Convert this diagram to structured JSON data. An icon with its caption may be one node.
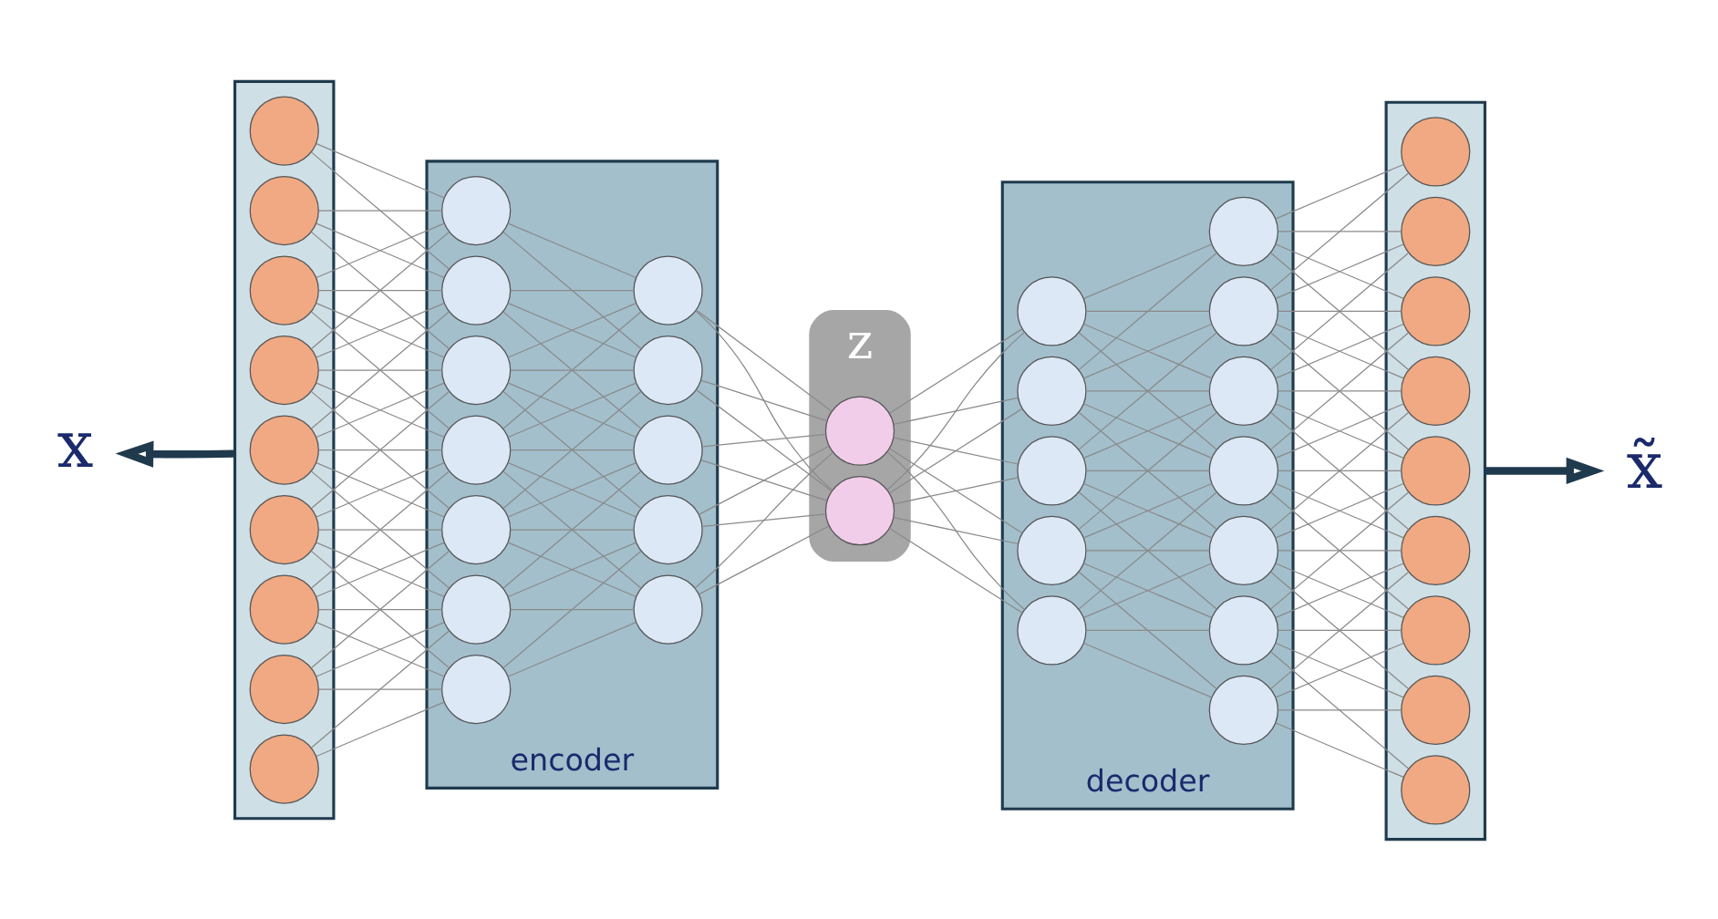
{
  "diagram": {
    "nodes": [
      {
        "text": [
          "x"
        ]
      },
      {
        "text": [],
        "shape": "box"
      },
      {
        "text": [],
        "shape": "circle",
        "in": 1
      },
      {
        "text": [],
        "shape": "circle",
        "in": 1
      },
      {
        "text": [],
        "shape": "circle",
        "in": 1
      },
      {
        "text": [],
        "shape": "circle",
        "in": 1
      },
      {
        "text": [],
        "shape": "circle",
        "in": 1
      },
      {
        "text": [],
        "shape": "circle",
        "in": 1
      },
      {
        "text": [],
        "shape": "circle",
        "in": 1
      },
      {
        "text": [],
        "shape": "circle",
        "in": 1
      },
      {
        "text": [],
        "shape": "circle",
        "in": 1
      },
      {
        "text": [
          "encoder"
        ]
      },
      {
        "text": [],
        "shape": "circle",
        "in": 11
      },
      {
        "text": [],
        "shape": "circle",
        "in": 11
      },
      {
        "text": [],
        "shape": "circle",
        "in": 11
      },
      {
        "text": [],
        "shape": "circle",
        "in": 11
      },
      {
        "text": [],
        "shape": "circle",
        "in": 11
      },
      {
        "text": [],
        "shape": "circle",
        "in": 11
      },
      {
        "text": [],
        "shape": "circle",
        "in": 11
      },
      {
        "text": [],
        "shape": "circle",
        "in": 11
      },
      {
        "text": [],
        "shape": "circle",
        "in": 11
      },
      {
        "text": [],
        "shape": "circle",
        "in": 11
      },
      {
        "text": [],
        "shape": "circle",
        "in": 11
      },
      {
        "text": [],
        "shape": "circle",
        "in": 11
      },
      {
        "text": [
          "z"
        ]
      },
      {
        "text": [],
        "shape": "circle",
        "in": 24
      },
      {
        "text": [],
        "shape": "circle",
        "in": 24
      },
      {
        "text": [
          "decoder"
        ]
      },
      {
        "text": [],
        "shape": "circle",
        "in": 27
      },
      {
        "text": [],
        "shape": "circle",
        "in": 27
      },
      {
        "text": [],
        "shape": "circle",
        "in": 27
      },
      {
        "text": [],
        "shape": "circle",
        "in": 27
      },
      {
        "text": [],
        "shape": "circle",
        "in": 27
      },
      {
        "text": [],
        "shape": "circle",
        "in": 27
      },
      {
        "text": [],
        "shape": "circle",
        "in": 27
      },
      {
        "text": [],
        "shape": "circle",
        "in": 27
      },
      {
        "text": [],
        "shape": "circle",
        "in": 27
      },
      {
        "text": [],
        "shape": "circle",
        "in": 27
      },
      {
        "text": [],
        "shape": "circle",
        "in": 27
      },
      {
        "text": [],
        "shape": "circle",
        "in": 27
      },
      {
        "text": [],
        "shape": "box"
      },
      {
        "text": [],
        "shape": "circle",
        "in": 40
      },
      {
        "text": [],
        "shape": "circle",
        "in": 40
      },
      {
        "text": [],
        "shape": "circle",
        "in": 40
      },
      {
        "text": [],
        "shape": "circle",
        "in": 40
      },
      {
        "text": [],
        "shape": "circle",
        "in": 40
      },
      {
        "text": [],
        "shape": "circle",
        "in": 40
      },
      {
        "text": [],
        "shape": "circle",
        "in": 40
      },
      {
        "text": [],
        "shape": "circle",
        "in": 40
      },
      {
        "text": [],
        "shape": "circle",
        "in": 40
      },
      {
        "text": [
          "x̃"
        ]
      }
    ],
    "edges": [
      {
        "from": 1,
        "to": 0,
        "arrow": "to",
        "style": "thick",
        "color": "#1f3a4d"
      },
      {
        "from": 2,
        "to": 12,
        "arrow": "none"
      },
      {
        "from": 2,
        "to": 13,
        "arrow": "none"
      },
      {
        "from": 3,
        "to": 12,
        "arrow": "none"
      },
      {
        "from": 3,
        "to": 13,
        "arrow": "none"
      },
      {
        "from": 3,
        "to": 14,
        "arrow": "none"
      },
      {
        "from": 4,
        "to": 12,
        "arrow": "none"
      },
      {
        "from": 4,
        "to": 13,
        "arrow": "none"
      },
      {
        "from": 4,
        "to": 14,
        "arrow": "none"
      },
      {
        "from": 4,
        "to": 15,
        "arrow": "none"
      },
      {
        "from": 5,
        "to": 12,
        "arrow": "none"
      },
      {
        "from": 5,
        "to": 13,
        "arrow": "none"
      },
      {
        "from": 5,
        "to": 14,
        "arrow": "none"
      },
      {
        "from": 5,
        "to": 15,
        "arrow": "none"
      },
      {
        "from": 5,
        "to": 16,
        "arrow": "none"
      },
      {
        "from": 6,
        "to": 13,
        "arrow": "none"
      },
      {
        "from": 6,
        "to": 14,
        "arrow": "none"
      },
      {
        "from": 6,
        "to": 15,
        "arrow": "none"
      },
      {
        "from": 6,
        "to": 16,
        "arrow": "none"
      },
      {
        "from": 6,
        "to": 17,
        "arrow": "none"
      },
      {
        "from": 7,
        "to": 14,
        "arrow": "none"
      },
      {
        "from": 7,
        "to": 15,
        "arrow": "none"
      },
      {
        "from": 7,
        "to": 16,
        "arrow": "none"
      },
      {
        "from": 7,
        "to": 17,
        "arrow": "none"
      },
      {
        "from": 7,
        "to": 18,
        "arrow": "none"
      },
      {
        "from": 8,
        "to": 15,
        "arrow": "none"
      },
      {
        "from": 8,
        "to": 16,
        "arrow": "none"
      },
      {
        "from": 8,
        "to": 17,
        "arrow": "none"
      },
      {
        "from": 8,
        "to": 18,
        "arrow": "none"
      },
      {
        "from": 9,
        "to": 16,
        "arrow": "none"
      },
      {
        "from": 9,
        "to": 17,
        "arrow": "none"
      },
      {
        "from": 9,
        "to": 18,
        "arrow": "none"
      },
      {
        "from": 10,
        "to": 17,
        "arrow": "none"
      },
      {
        "from": 10,
        "to": 18,
        "arrow": "none"
      },
      {
        "from": 12,
        "to": 19,
        "arrow": "none"
      },
      {
        "from": 12,
        "to": 20,
        "arrow": "none"
      },
      {
        "from": 13,
        "to": 19,
        "arrow": "none"
      },
      {
        "from": 13,
        "to": 20,
        "arrow": "none"
      },
      {
        "from": 13,
        "to": 21,
        "arrow": "none"
      },
      {
        "from": 14,
        "to": 19,
        "arrow": "none"
      },
      {
        "from": 14,
        "to": 20,
        "arrow": "none"
      },
      {
        "from": 14,
        "to": 21,
        "arrow": "none"
      },
      {
        "from": 14,
        "to": 22,
        "arrow": "none"
      },
      {
        "from": 15,
        "to": 19,
        "arrow": "none"
      },
      {
        "from": 15,
        "to": 20,
        "arrow": "none"
      },
      {
        "from": 15,
        "to": 21,
        "arrow": "none"
      },
      {
        "from": 15,
        "to": 22,
        "arrow": "none"
      },
      {
        "from": 15,
        "to": 23,
        "arrow": "none"
      },
      {
        "from": 16,
        "to": 20,
        "arrow": "none"
      },
      {
        "from": 16,
        "to": 21,
        "arrow": "none"
      },
      {
        "from": 16,
        "to": 22,
        "arrow": "none"
      },
      {
        "from": 16,
        "to": 23,
        "arrow": "none"
      },
      {
        "from": 17,
        "to": 21,
        "arrow": "none"
      },
      {
        "from": 17,
        "to": 22,
        "arrow": "none"
      },
      {
        "from": 17,
        "to": 23,
        "arrow": "none"
      },
      {
        "from": 18,
        "to": 22,
        "arrow": "none"
      },
      {
        "from": 18,
        "to": 23,
        "arrow": "none"
      },
      {
        "from": 19,
        "to": 25,
        "arrow": "none"
      },
      {
        "from": 19,
        "to": 26,
        "arrow": "none"
      },
      {
        "from": 20,
        "to": 25,
        "arrow": "none"
      },
      {
        "from": 20,
        "to": 26,
        "arrow": "none"
      },
      {
        "from": 21,
        "to": 25,
        "arrow": "none"
      },
      {
        "from": 21,
        "to": 26,
        "arrow": "none"
      },
      {
        "from": 22,
        "to": 25,
        "arrow": "none"
      },
      {
        "from": 22,
        "to": 26,
        "arrow": "none"
      },
      {
        "from": 23,
        "to": 25,
        "arrow": "none"
      },
      {
        "from": 23,
        "to": 26,
        "arrow": "none"
      },
      {
        "from": 25,
        "to": 28,
        "arrow": "none"
      },
      {
        "from": 25,
        "to": 29,
        "arrow": "none"
      },
      {
        "from": 25,
        "to": 30,
        "arrow": "none"
      },
      {
        "from": 25,
        "to": 31,
        "arrow": "none"
      },
      {
        "from": 25,
        "to": 32,
        "arrow": "none"
      },
      {
        "from": 26,
        "to": 28,
        "arrow": "none"
      },
      {
        "from": 26,
        "to": 29,
        "arrow": "none"
      },
      {
        "from": 26,
        "to": 30,
        "arrow": "none"
      },
      {
        "from": 26,
        "to": 31,
        "arrow": "none"
      },
      {
        "from": 26,
        "to": 32,
        "arrow": "none"
      },
      {
        "from": 28,
        "to": 33,
        "arrow": "none"
      },
      {
        "from": 28,
        "to": 34,
        "arrow": "none"
      },
      {
        "from": 28,
        "to": 35,
        "arrow": "none"
      },
      {
        "from": 28,
        "to": 36,
        "arrow": "none"
      },
      {
        "from": 29,
        "to": 33,
        "arrow": "none"
      },
      {
        "from": 29,
        "to": 34,
        "arrow": "none"
      },
      {
        "from": 29,
        "to": 35,
        "arrow": "none"
      },
      {
        "from": 29,
        "to": 36,
        "arrow": "none"
      },
      {
        "from": 29,
        "to": 37,
        "arrow": "none"
      },
      {
        "from": 30,
        "to": 34,
        "arrow": "none"
      },
      {
        "from": 30,
        "to": 35,
        "arrow": "none"
      },
      {
        "from": 30,
        "to": 36,
        "arrow": "none"
      },
      {
        "from": 30,
        "to": 37,
        "arrow": "none"
      },
      {
        "from": 30,
        "to": 38,
        "arrow": "none"
      },
      {
        "from": 31,
        "to": 35,
        "arrow": "none"
      },
      {
        "from": 31,
        "to": 36,
        "arrow": "none"
      },
      {
        "from": 31,
        "to": 37,
        "arrow": "none"
      },
      {
        "from": 31,
        "to": 38,
        "arrow": "none"
      },
      {
        "from": 31,
        "to": 39,
        "arrow": "none"
      },
      {
        "from": 32,
        "to": 36,
        "arrow": "none"
      },
      {
        "from": 32,
        "to": 37,
        "arrow": "none"
      },
      {
        "from": 32,
        "to": 38,
        "arrow": "none"
      },
      {
        "from": 32,
        "to": 39,
        "arrow": "none"
      },
      {
        "from": 33,
        "to": 41,
        "arrow": "none"
      },
      {
        "from": 33,
        "to": 42,
        "arrow": "none"
      },
      {
        "from": 33,
        "to": 43,
        "arrow": "none"
      },
      {
        "from": 33,
        "to": 44,
        "arrow": "none"
      },
      {
        "from": 34,
        "to": 41,
        "arrow": "none"
      },
      {
        "from": 34,
        "to": 42,
        "arrow": "none"
      },
      {
        "from": 34,
        "to": 43,
        "arrow": "none"
      },
      {
        "from": 34,
        "to": 44,
        "arrow": "none"
      },
      {
        "from": 34,
        "to": 45,
        "arrow": "none"
      },
      {
        "from": 35,
        "to": 42,
        "arrow": "none"
      },
      {
        "from": 35,
        "to": 43,
        "arrow": "none"
      },
      {
        "from": 35,
        "to": 44,
        "arrow": "none"
      },
      {
        "from": 35,
        "to": 45,
        "arrow": "none"
      },
      {
        "from": 35,
        "to": 46,
        "arrow": "none"
      },
      {
        "from": 36,
        "to": 43,
        "arrow": "none"
      },
      {
        "from": 36,
        "to": 44,
        "arrow": "none"
      },
      {
        "from": 36,
        "to": 45,
        "arrow": "none"
      },
      {
        "from": 36,
        "to": 46,
        "arrow": "none"
      },
      {
        "from": 36,
        "to": 47,
        "arrow": "none"
      },
      {
        "from": 37,
        "to": 44,
        "arrow": "none"
      },
      {
        "from": 37,
        "to": 45,
        "arrow": "none"
      },
      {
        "from": 37,
        "to": 46,
        "arrow": "none"
      },
      {
        "from": 37,
        "to": 47,
        "arrow": "none"
      },
      {
        "from": 37,
        "to": 48,
        "arrow": "none"
      },
      {
        "from": 38,
        "to": 45,
        "arrow": "none"
      },
      {
        "from": 38,
        "to": 46,
        "arrow": "none"
      },
      {
        "from": 38,
        "to": 47,
        "arrow": "none"
      },
      {
        "from": 38,
        "to": 48,
        "arrow": "none"
      },
      {
        "from": 38,
        "to": 49,
        "arrow": "none"
      },
      {
        "from": 39,
        "to": 46,
        "arrow": "none"
      },
      {
        "from": 39,
        "to": 47,
        "arrow": "none"
      },
      {
        "from": 39,
        "to": 48,
        "arrow": "none"
      },
      {
        "from": 39,
        "to": 49,
        "arrow": "none"
      },
      {
        "from": 40,
        "to": 50,
        "arrow": "to",
        "style": "thick",
        "color": "#1f3a4d"
      }
    ]
  }
}
